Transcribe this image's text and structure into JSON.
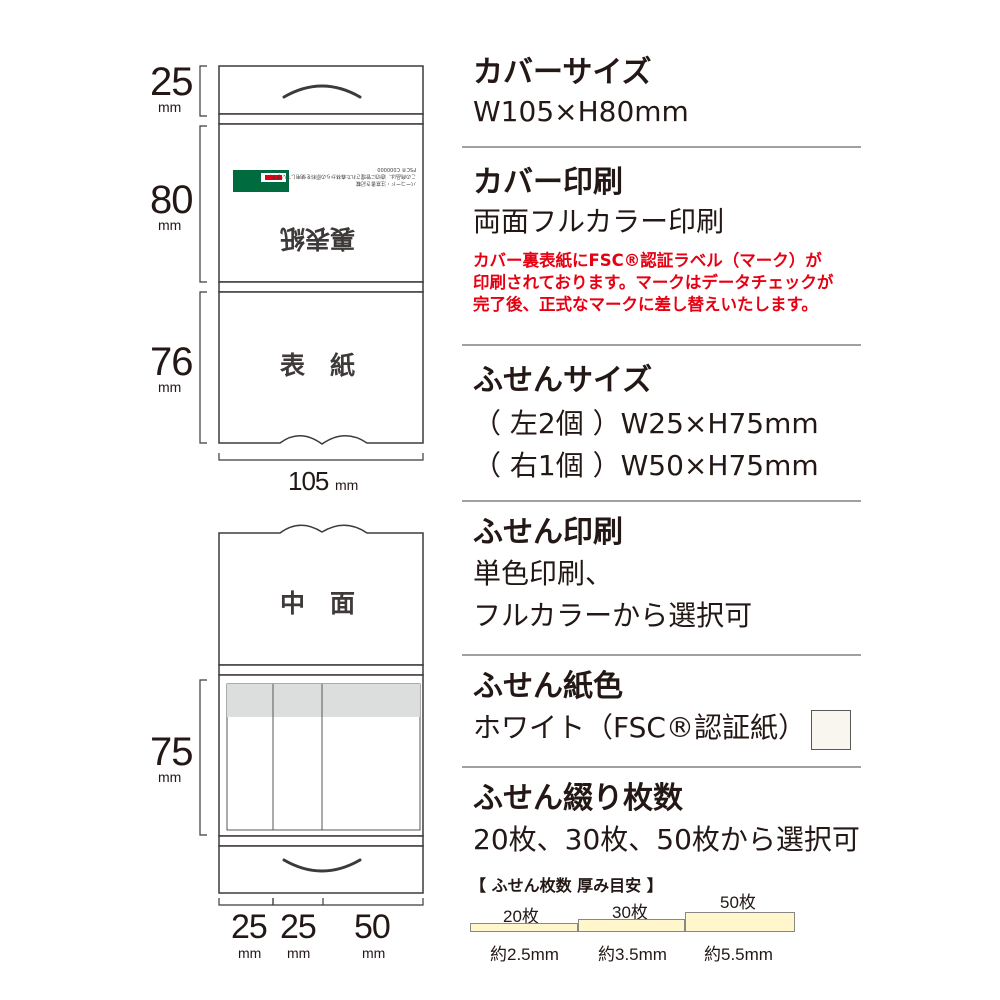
{
  "colors": {
    "text": "#231815",
    "accent_red": "#e60012",
    "rule": "#9fa0a0",
    "panel_stroke": "#3e3a39",
    "header_gray": "#dcdddd",
    "sticky_color": "#fff6cc",
    "barcode_green": "#006b3f"
  },
  "diagram": {
    "upper": {
      "dims": [
        {
          "value": "25",
          "unit": "mm"
        },
        {
          "value": "80",
          "unit": "mm"
        },
        {
          "value": "76",
          "unit": "mm"
        }
      ],
      "width": {
        "value": "105",
        "unit": "mm"
      },
      "back_label": "裏表紙",
      "front_label": "表　紙",
      "back_small_text": [
        "バーコード・注意書き記載",
        "この商品は、適切に管理された森林からの原料を使用しています。",
        "FSC® C000000"
      ]
    },
    "lower": {
      "inner_label": "中　面",
      "dim": {
        "value": "75",
        "unit": "mm"
      },
      "widths": [
        {
          "value": "25",
          "unit": "mm"
        },
        {
          "value": "25",
          "unit": "mm"
        },
        {
          "value": "50",
          "unit": "mm"
        }
      ]
    }
  },
  "specs": {
    "cover_size": {
      "title": "カバーサイズ",
      "value": "W105×H80mm"
    },
    "cover_print": {
      "title": "カバー印刷",
      "value": "両面フルカラー印刷",
      "note": [
        "カバー裏表紙にFSC®認証ラベル（マーク）が",
        "印刷されております。マークはデータチェックが",
        "完了後、正式なマークに差し替えいたします。"
      ]
    },
    "sticky_size": {
      "title": "ふせんサイズ",
      "lines": [
        "（ 左2個 ）W25×H75mm",
        "（ 右1個 ）W50×H75mm"
      ]
    },
    "sticky_print": {
      "title": "ふせん印刷",
      "lines": [
        "単色印刷、",
        "フルカラーから選択可"
      ]
    },
    "sticky_color": {
      "title": "ふせん紙色",
      "value": "ホワイト（FSC®認証紙）"
    },
    "sticky_count": {
      "title": "ふせん綴り枚数",
      "value": "20枚、30枚、50枚から選択可",
      "thickness": {
        "title": "【 ふせん枚数 厚み目安 】",
        "items": [
          {
            "count": "20枚",
            "thickness": "約2.5mm",
            "mm": 2.5
          },
          {
            "count": "30枚",
            "thickness": "約3.5mm",
            "mm": 3.5
          },
          {
            "count": "50枚",
            "thickness": "約5.5mm",
            "mm": 5.5
          }
        ]
      }
    }
  }
}
